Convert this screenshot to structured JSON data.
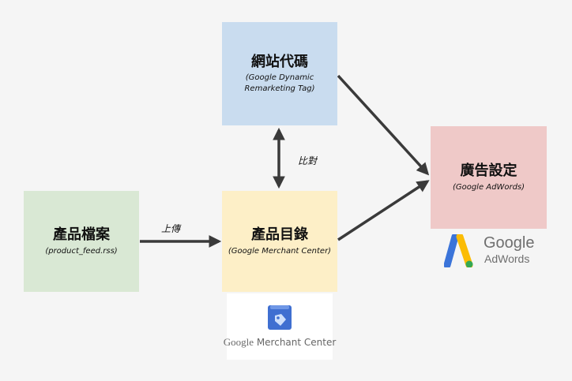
{
  "nodes": {
    "feed": {
      "title": "產品檔案",
      "subtitle": "(product_feed.rss)"
    },
    "tag": {
      "title": "網站代碼",
      "subtitle": "(Google Dynamic Remarketing Tag)"
    },
    "catalog": {
      "title": "產品目錄",
      "subtitle": "(Google Merchant Center)"
    },
    "adwords": {
      "title": "廣告設定",
      "subtitle": "(Google AdWords)"
    }
  },
  "edges": {
    "upload": "上傳",
    "compare": "比對"
  },
  "logos": {
    "merchant_center": {
      "brand": "Google",
      "product": "Merchant Center"
    },
    "adwords": {
      "brand": "Google",
      "product": "AdWords"
    }
  },
  "colors": {
    "feed": "#d9e8d4",
    "tag": "#c9dcef",
    "catalog": "#fdefc7",
    "adwords": "#efc9c8",
    "arrow": "#3a3a3a"
  }
}
